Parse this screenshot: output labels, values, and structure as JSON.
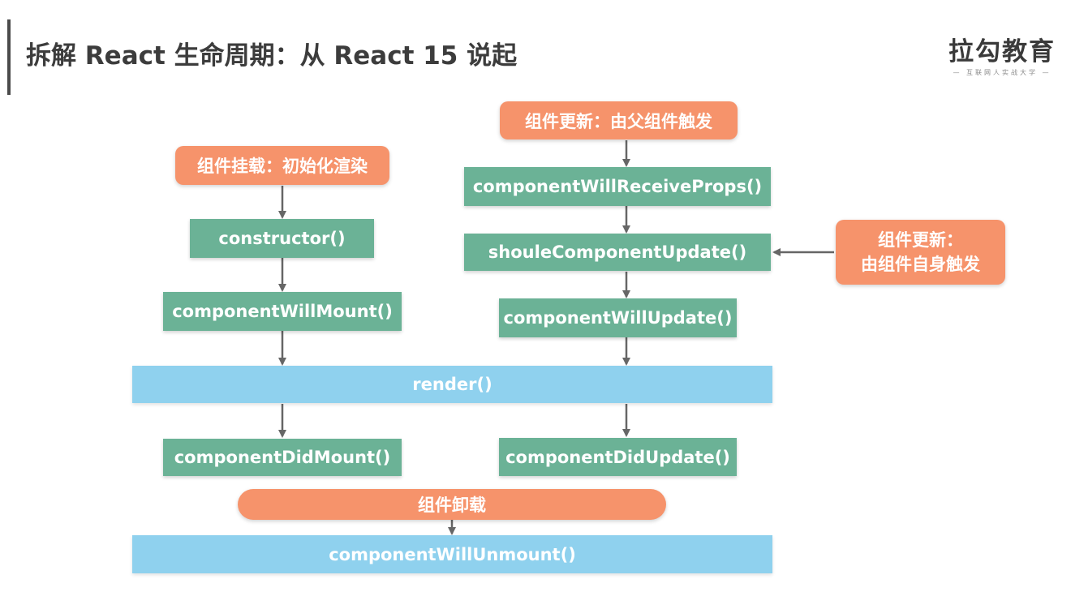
{
  "header": {
    "title": "拆解 React 生命周期：从 React 15 说起",
    "logo_name": "拉勾教育",
    "logo_tagline": "互联网人实战大学"
  },
  "diagram": {
    "mount_trigger": "组件挂载：初始化渲染",
    "constructor": "constructor()",
    "will_mount": "componentWillMount()",
    "render": "render()",
    "did_mount": "componentDidMount()",
    "parent_update_trigger": "组件更新：由父组件触发",
    "will_receive_props": "componentWillReceiveProps()",
    "should_update": "shouleComponentUpdate()",
    "self_update_trigger_line1": "组件更新：",
    "self_update_trigger_line2": "由组件自身触发",
    "will_update": "componentWillUpdate()",
    "did_update": "componentDidUpdate()",
    "unmount_trigger": "组件卸载",
    "will_unmount": "componentWillUnmount()"
  },
  "colors": {
    "lifecycle_method": "#6bb296",
    "render_phase": "#8fd1ee",
    "trigger": "#f6936b",
    "arrow": "#666666"
  }
}
